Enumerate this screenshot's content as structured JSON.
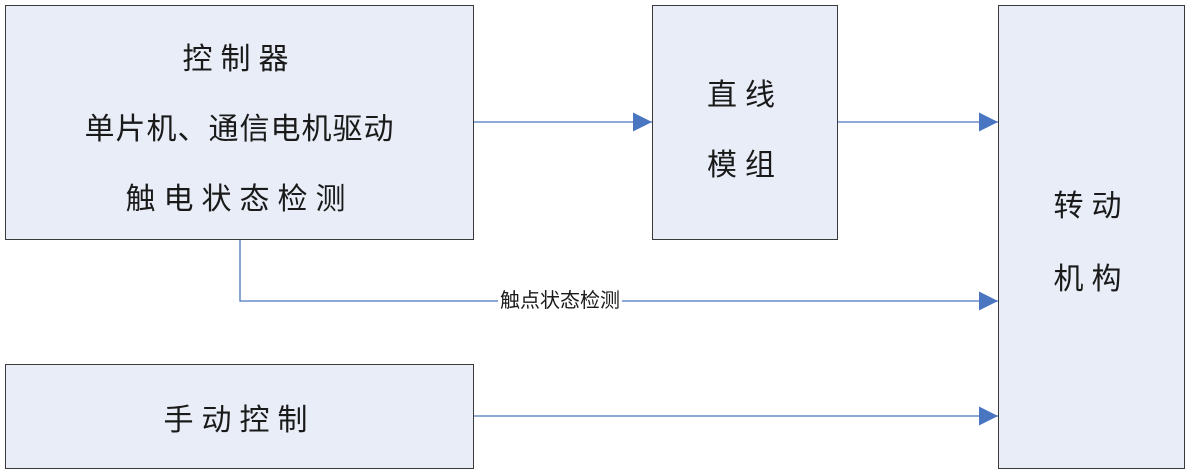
{
  "colors": {
    "box_fill": "#e8edf7",
    "box_border": "#3a3a3a",
    "arrow": "#4a76c1"
  },
  "nodes": {
    "controller": {
      "lines": [
        "控制器",
        "单片机、通信电机驱动",
        "触电状态检测"
      ]
    },
    "linear_module": {
      "lines": [
        "直线",
        "模组"
      ]
    },
    "rotation_mechanism": {
      "lines": [
        "转动",
        "机构"
      ]
    },
    "manual_control": {
      "lines": [
        "手动控制"
      ]
    }
  },
  "edges": [
    {
      "from": "controller",
      "to": "linear_module",
      "label": ""
    },
    {
      "from": "linear_module",
      "to": "rotation_mechanism",
      "label": ""
    },
    {
      "from": "controller",
      "to": "rotation_mechanism",
      "label": "触点状态检测"
    },
    {
      "from": "manual_control",
      "to": "rotation_mechanism",
      "label": ""
    }
  ]
}
